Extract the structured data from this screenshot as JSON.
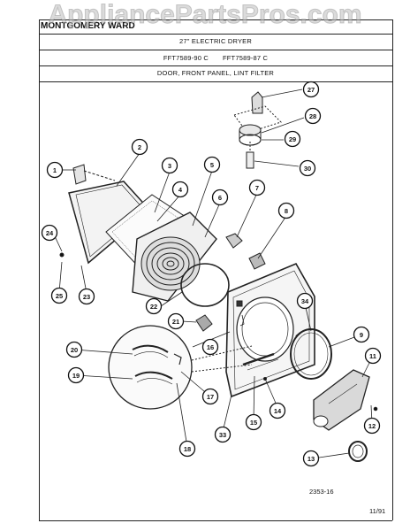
{
  "watermark": "AppliancePartsPros.com",
  "header": {
    "brand": "MONTGOMERY WARD",
    "model_title": "27\" ELECTRIC DRYER",
    "model_numbers": "FFT7589-90 C       FFT7589-87 C",
    "section": "DOOR, FRONT PANEL, LINT FILTER"
  },
  "footer": {
    "diagram_code": "2353-16",
    "date": "11/91"
  },
  "callouts": [
    {
      "n": "1"
    },
    {
      "n": "2"
    },
    {
      "n": "3"
    },
    {
      "n": "4"
    },
    {
      "n": "5"
    },
    {
      "n": "6"
    },
    {
      "n": "7"
    },
    {
      "n": "8"
    },
    {
      "n": "9"
    },
    {
      "n": "11"
    },
    {
      "n": "12"
    },
    {
      "n": "13"
    },
    {
      "n": "14"
    },
    {
      "n": "15"
    },
    {
      "n": "16"
    },
    {
      "n": "17"
    },
    {
      "n": "18"
    },
    {
      "n": "19"
    },
    {
      "n": "20"
    },
    {
      "n": "21"
    },
    {
      "n": "22"
    },
    {
      "n": "23"
    },
    {
      "n": "24"
    },
    {
      "n": "25"
    },
    {
      "n": "27"
    },
    {
      "n": "28"
    },
    {
      "n": "29"
    },
    {
      "n": "30"
    },
    {
      "n": "33"
    },
    {
      "n": "34"
    }
  ]
}
